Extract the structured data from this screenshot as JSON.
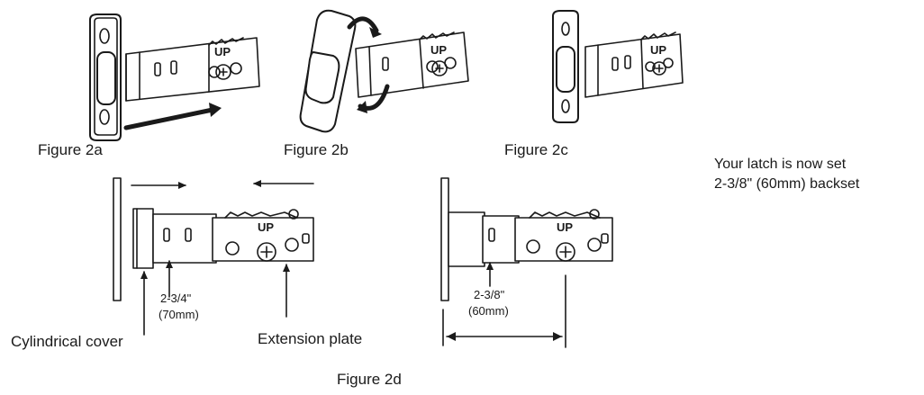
{
  "figures": {
    "fig_2a": "Figure 2a",
    "fig_2b": "Figure 2b",
    "fig_2c": "Figure 2c",
    "fig_2d": "Figure 2d"
  },
  "latch_markings": {
    "up": "UP"
  },
  "fig_2d_left": {
    "dimension_line1": "2-3/4\"",
    "dimension_line2": "(70mm)",
    "callout_cover": "Cylindrical cover",
    "callout_plate": "Extension plate"
  },
  "fig_2d_right": {
    "dimension_line1": "2-3/8\"",
    "dimension_line2": "(60mm)"
  },
  "note": {
    "line1": "Your latch is now set",
    "line2": "2-3/8\" (60mm) backset"
  }
}
